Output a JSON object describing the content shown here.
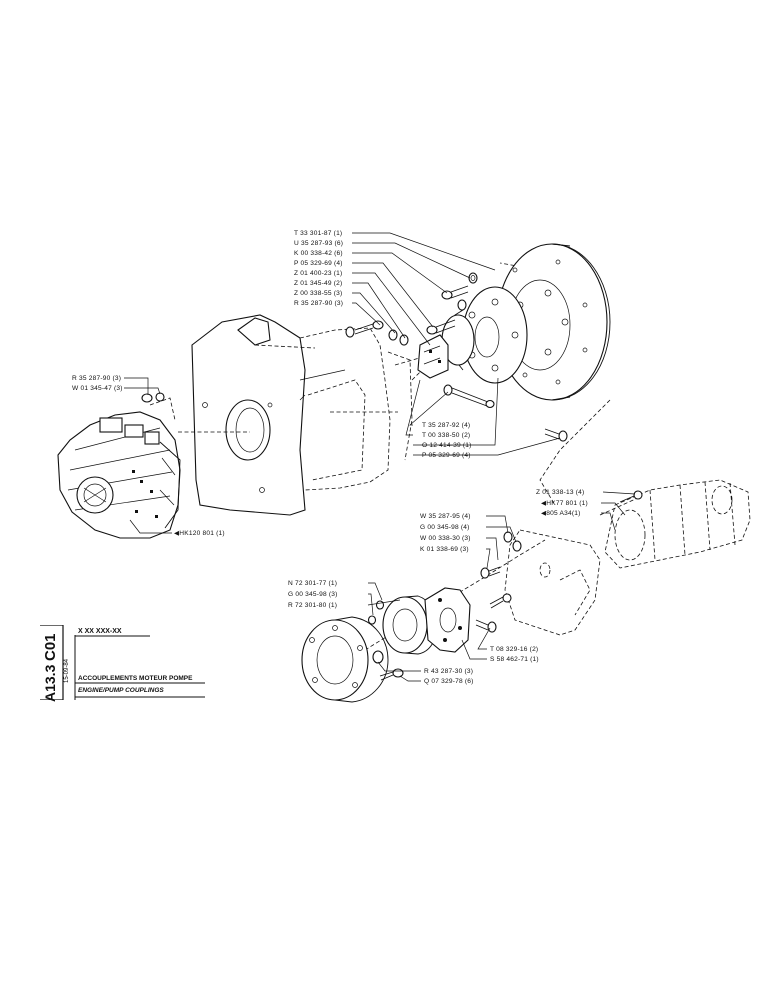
{
  "title_block": {
    "section_code": "C01",
    "page_code": "A13.3",
    "date": "15-09-84",
    "ref_number": "X XX XXX-XX",
    "title_fr": "ACCOUPLEMENTS MOTEUR POMPE",
    "title_en": "ENGINE/PUMP COUPLINGS"
  },
  "callouts": {
    "top_group": [
      "T 33 301-87 (1)",
      "U 35 287-93 (6)",
      "K 00 338-42 (6)",
      "P 05 329-69 (4)",
      "Z 01 400-23 (1)",
      "Z 01 345-49 (2)",
      "Z 00 338-55 (3)",
      "R 35 287-90 (3)"
    ],
    "right_lower_group": [
      "T 35 287-92 (4)",
      "T 00 338-50 (2)",
      "O 12 414-39 (1)",
      "P 05 329-69 (4)"
    ],
    "left_group": [
      "R 35 287-90 (3)",
      "W 01 345-47 (3)"
    ],
    "engine_ref": "◀HK120 801 (1)",
    "pump_group": [
      "Z 01 338-13 (4)",
      "◀HK77 801 (1)",
      "◀805 A34(1)"
    ],
    "bracket_group": [
      "W 35 287-95 (4)",
      "G 00 345-98 (4)",
      "W 00 338-30 (3)",
      "K 01 338-69 (3)"
    ],
    "coupling_left_group": [
      "N 72 301-77 (1)",
      "G 00 345-98 (3)",
      "R 72 301-80 (1)"
    ],
    "coupling_right_group": [
      "T 08 329-16 (2)",
      "S 58 462-71 (1)"
    ],
    "coupling_bottom_group": [
      "R 43 287-30 (3)",
      "Q 07 329-78 (6)"
    ]
  }
}
